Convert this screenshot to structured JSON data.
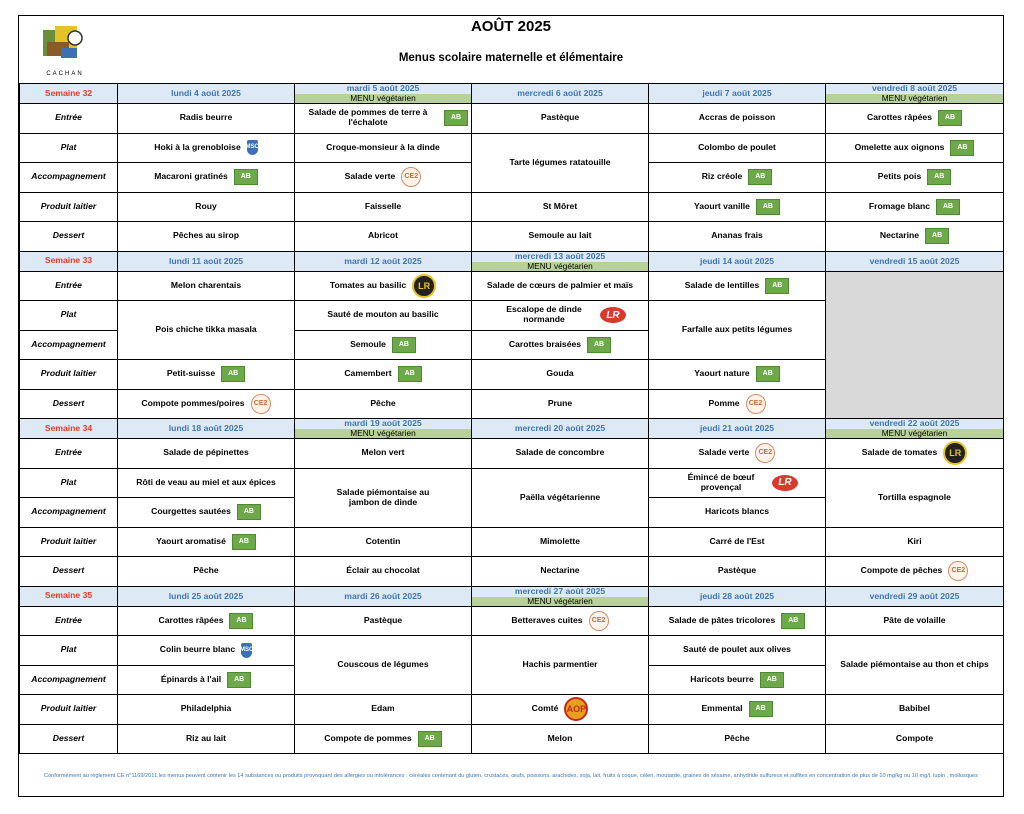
{
  "header": {
    "title": "AOÛT 2025",
    "subtitle": "Menus scolaire maternelle et élémentaire",
    "logo_text": "CACHAN"
  },
  "row_labels": {
    "entree": "Entrée",
    "plat": "Plat",
    "accompagnement": "Accompagnement",
    "produit_laitier": "Produit laitier",
    "dessert": "Dessert"
  },
  "veg_label": "MENU végétarien",
  "weeks": [
    {
      "label": "Semaine 32",
      "days": [
        {
          "name": "lundi 4 août 2025",
          "veg": false
        },
        {
          "name": "mardi 5 août 2025",
          "veg": true
        },
        {
          "name": "mercredi 6 août 2025",
          "veg": false
        },
        {
          "name": "jeudi 7 août 2025",
          "veg": false
        },
        {
          "name": "vendredi 8 août 2025",
          "veg": true
        }
      ]
    },
    {
      "label": "Semaine 33",
      "days": [
        {
          "name": "lundi 11 août 2025",
          "veg": false
        },
        {
          "name": "mardi 12 août 2025",
          "veg": false
        },
        {
          "name": "mercredi 13 août 2025",
          "veg": true
        },
        {
          "name": "jeudi 14 août 2025",
          "veg": false
        },
        {
          "name": "vendredi 15 août 2025",
          "veg": false
        }
      ]
    },
    {
      "label": "Semaine 34",
      "days": [
        {
          "name": "lundi 18 août 2025",
          "veg": false
        },
        {
          "name": "mardi 19 août 2025",
          "veg": true
        },
        {
          "name": "mercredi 20 août 2025",
          "veg": false
        },
        {
          "name": "jeudi 21 août 2025",
          "veg": false
        },
        {
          "name": "vendredi 22 août 2025",
          "veg": true
        }
      ]
    },
    {
      "label": "Semaine 35",
      "days": [
        {
          "name": "lundi 25 août 2025",
          "veg": false
        },
        {
          "name": "mardi 26 août 2025",
          "veg": false
        },
        {
          "name": "mercredi 27 août 2025",
          "veg": true
        },
        {
          "name": "jeudi 28 août 2025",
          "veg": false
        },
        {
          "name": "vendredi 29 août 2025",
          "veg": false
        }
      ]
    }
  ],
  "icons": {
    "bio": "AB",
    "msc": "MSC",
    "ce2": "CE2",
    "label_rouge_gold": "LR",
    "label_rouge": "LR",
    "aop": "AOP"
  },
  "dishes": {
    "w32_mon_entree": "Radis beurre",
    "w32_mon_plat": "Hoki à la grenobloise",
    "w32_mon_acc": "Macaroni gratinés",
    "w32_mon_lait": "Rouy",
    "w32_mon_dessert": "Pêches au sirop",
    "w32_tue_entree": "Salade de pommes de terre à l'échalote",
    "w32_tue_plat": "Croque-monsieur à la dinde",
    "w32_tue_acc": "Salade verte",
    "w32_tue_lait": "Faisselle",
    "w32_tue_dessert": "Abricot",
    "w32_wed_entree": "Pastèque",
    "w32_wed_plat": "Tarte légumes ratatouille",
    "w32_wed_lait": "St Môret",
    "w32_wed_dessert": "Semoule au lait",
    "w32_thu_entree": "Accras de poisson",
    "w32_thu_plat": "Colombo de poulet",
    "w32_thu_acc": "Riz créole",
    "w32_thu_lait": "Yaourt vanille",
    "w32_thu_dessert": "Ananas frais",
    "w32_fri_entree": "Carottes râpées",
    "w32_fri_plat": "Omelette aux oignons",
    "w32_fri_acc": "Petits pois",
    "w32_fri_lait": "Fromage blanc",
    "w32_fri_dessert": "Nectarine",
    "w33_mon_entree": "Melon charentais",
    "w33_mon_plat": "Pois chiche tikka masala",
    "w33_mon_lait": "Petit-suisse",
    "w33_mon_dessert": "Compote pommes/poires",
    "w33_tue_entree": "Tomates au basilic",
    "w33_tue_plat": "Sauté de mouton au basilic",
    "w33_tue_acc": "Semoule",
    "w33_tue_lait": "Camembert",
    "w33_tue_dessert": "Pêche",
    "w33_wed_entree": "Salade de cœurs de palmier et maïs",
    "w33_wed_plat": "Escalope de dinde normande",
    "w33_wed_acc": "Carottes braisées",
    "w33_wed_lait": "Gouda",
    "w33_wed_dessert": "Prune",
    "w33_thu_entree": "Salade de lentilles",
    "w33_thu_plat": "Farfalle aux petits légumes",
    "w33_thu_lait": "Yaourt nature",
    "w33_thu_dessert": "Pomme",
    "w34_mon_entree": "Salade de pépinettes",
    "w34_mon_plat": "Rôti de veau au miel et aux épices",
    "w34_mon_acc": "Courgettes sautées",
    "w34_mon_lait": "Yaourt aromatisé",
    "w34_mon_dessert": "Pêche",
    "w34_tue_entree": "Melon vert",
    "w34_tue_plat": "Salade piémontaise au jambon de dinde",
    "w34_tue_lait": "Cotentin",
    "w34_tue_dessert": "Éclair au chocolat",
    "w34_wed_entree": "Salade de concombre",
    "w34_wed_plat": "Paëlla végétarienne",
    "w34_wed_lait": "Mimolette",
    "w34_wed_dessert": "Nectarine",
    "w34_thu_entree": "Salade verte",
    "w34_thu_plat": "Émincé de bœuf provençal",
    "w34_thu_acc": "Haricots blancs",
    "w34_thu_lait": "Carré de l'Est",
    "w34_thu_dessert": "Pastèque",
    "w34_fri_entree": "Salade de tomates",
    "w34_fri_plat": "Tortilla espagnole",
    "w34_fri_lait": "Kiri",
    "w34_fri_dessert": "Compote de pêches",
    "w35_mon_entree": "Carottes râpées",
    "w35_mon_plat": "Colin beurre blanc",
    "w35_mon_acc": "Épinards à l'ail",
    "w35_mon_lait": "Philadelphia",
    "w35_mon_dessert": "Riz au lait",
    "w35_tue_entree": "Pastèque",
    "w35_tue_plat": "Couscous de légumes",
    "w35_tue_lait": "Edam",
    "w35_tue_dessert": "Compote de pommes",
    "w35_wed_entree": "Betteraves cuites",
    "w35_wed_plat": "Hachis parmentier",
    "w35_wed_lait": "Comté",
    "w35_wed_dessert": "Melon",
    "w35_thu_entree": "Salade de pâtes tricolores",
    "w35_thu_plat": "Sauté de poulet aux olives",
    "w35_thu_acc": "Haricots beurre",
    "w35_thu_lait": "Emmental",
    "w35_thu_dessert": "Pêche",
    "w35_fri_entree": "Pâte de volaille",
    "w35_fri_plat": "Salade piémontaise au thon et chips",
    "w35_fri_lait": "Babibel",
    "w35_fri_dessert": "Compote"
  },
  "footer": "Conformément au règlement CE n°1169/2011,les menus peuvent contenir les 14 substances ou produits provoquant des allergies ou intolérances : céréales contenant du gluten, crustacés, œufs, poissons, arachides, soja, lait, fruits à coque, céleri, moutarde, graines de sésame, anhydride sulfureux et sulfites en concentration de plus de 10 mg/kg ou 10 mg/l, lupin , mollusques"
}
